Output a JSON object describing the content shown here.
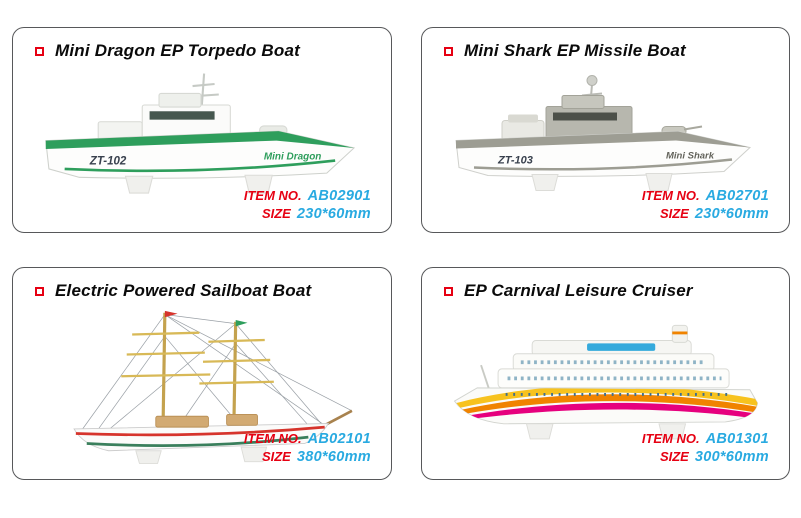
{
  "page": {
    "background": "#ffffff"
  },
  "colors": {
    "accent_red": "#e60012",
    "accent_cyan": "#29aae1",
    "card_border": "#57585a",
    "title_text": "#0a0a0a",
    "dragon_green": "#2e9e5c",
    "shark_gray": "#9d9d93"
  },
  "products": [
    {
      "title": "Mini Dragon EP Torpedo Boat",
      "item_label": "ITEM NO.",
      "item_value": "AB02901",
      "size_label": "SIZE",
      "size_value": "230*60mm",
      "decals": {
        "code": "ZT-102",
        "name": "Mini Dragon"
      }
    },
    {
      "title": "Mini Shark EP Missile Boat",
      "item_label": "ITEM NO.",
      "item_value": "AB02701",
      "size_label": "SIZE",
      "size_value": "230*60mm",
      "decals": {
        "code": "ZT-103",
        "name": "Mini Shark"
      }
    },
    {
      "title": "Electric Powered Sailboat Boat",
      "item_label": "ITEM NO.",
      "item_value": "AB02101",
      "size_label": "SIZE",
      "size_value": "380*60mm"
    },
    {
      "title": "EP Carnival Leisure Cruiser",
      "item_label": "ITEM NO.",
      "item_value": "AB01301",
      "size_label": "SIZE",
      "size_value": "300*60mm"
    }
  ]
}
